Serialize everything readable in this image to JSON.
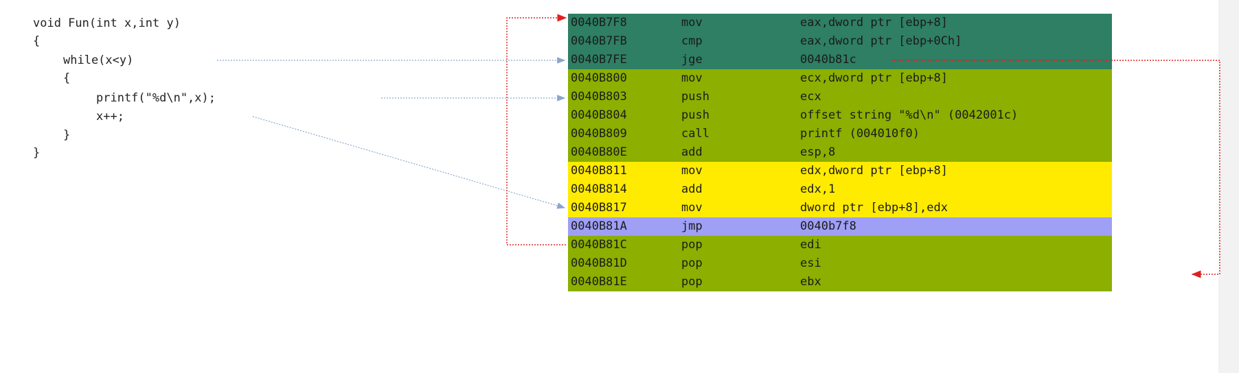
{
  "source_code": {
    "lines": [
      "void Fun(int x,int y)",
      "{",
      "        while(x<y)",
      "        {",
      "                printf(\"%d\\n\",x);",
      "                x++;",
      "        }",
      "}"
    ]
  },
  "disassembly": {
    "colors": {
      "loop_condition": "#2e7f63",
      "loop_body": "#8caf00",
      "increment": "#ffeb00",
      "jump_back": "#9f9ff5",
      "exit": "#8caf00"
    },
    "rows": [
      {
        "address": "0040B7F8",
        "op": "mov",
        "args": "eax,dword ptr [ebp+8]",
        "block": "loop_condition"
      },
      {
        "address": "0040B7FB",
        "op": "cmp",
        "args": "eax,dword ptr [ebp+0Ch]",
        "block": "loop_condition"
      },
      {
        "address": "0040B7FE",
        "op": "jge",
        "args": "0040b81c",
        "block": "loop_condition"
      },
      {
        "address": "0040B800",
        "op": "mov",
        "args": "ecx,dword ptr [ebp+8]",
        "block": "loop_body"
      },
      {
        "address": "0040B803",
        "op": "push",
        "args": "ecx",
        "block": "loop_body"
      },
      {
        "address": "0040B804",
        "op": "push",
        "args": "offset string \"%d\\n\" (0042001c)",
        "block": "loop_body"
      },
      {
        "address": "0040B809",
        "op": "call",
        "args": "printf (004010f0)",
        "block": "loop_body"
      },
      {
        "address": "0040B80E",
        "op": "add",
        "args": "esp,8",
        "block": "loop_body"
      },
      {
        "address": "0040B811",
        "op": "mov",
        "args": "edx,dword ptr [ebp+8]",
        "block": "increment"
      },
      {
        "address": "0040B814",
        "op": "add",
        "args": "edx,1",
        "block": "increment"
      },
      {
        "address": "0040B817",
        "op": "mov",
        "args": "dword ptr [ebp+8],edx",
        "block": "increment"
      },
      {
        "address": "0040B81A",
        "op": "jmp",
        "args": "0040b7f8",
        "block": "jump_back"
      },
      {
        "address": "0040B81C",
        "op": "pop",
        "args": "edi",
        "block": "exit"
      },
      {
        "address": "0040B81D",
        "op": "pop",
        "args": "esi",
        "block": "exit"
      },
      {
        "address": "0040B81E",
        "op": "pop",
        "args": "ebx",
        "block": "exit"
      }
    ]
  },
  "arrows": {
    "blue_color": "#8aa6cc",
    "red_color": "#e02020"
  }
}
